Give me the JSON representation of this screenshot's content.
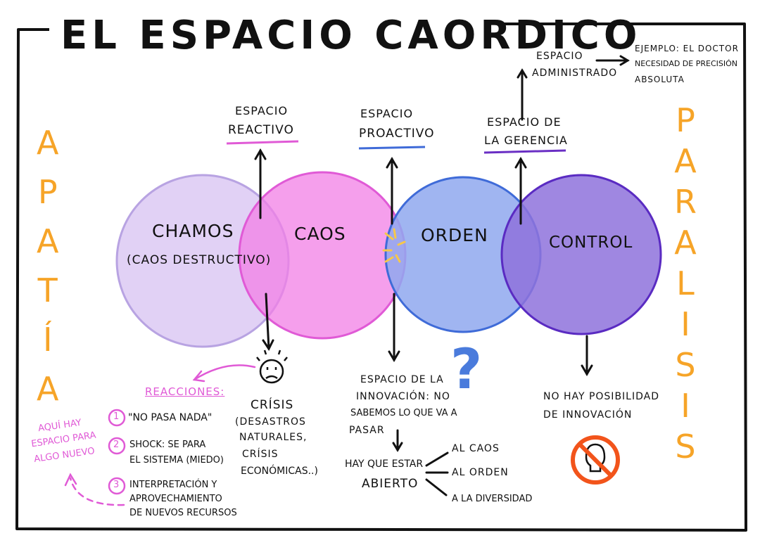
{
  "title": "El Espacio Caordico",
  "side_left": [
    "A",
    "P",
    "A",
    "T",
    "Í",
    "A"
  ],
  "side_right": [
    "P",
    "A",
    "R",
    "A",
    "L",
    "I",
    "S",
    "I",
    "S"
  ],
  "circles": {
    "chamos": "Chamos",
    "chamos_sub": "(Caos destructivo)",
    "caos": "Caos",
    "orden": "Orden",
    "control": "Control"
  },
  "spaces": {
    "reactivo_1": "Espacio",
    "reactivo_2": "Reactivo",
    "proactivo_1": "Espacio",
    "proactivo_2": "Proactivo",
    "gerencia_1": "Espacio de",
    "gerencia_2": "la Gerencia",
    "admin_1": "Espacio",
    "admin_2": "Administrado",
    "ejemplo_1": "Ejemplo: El doctor",
    "ejemplo_2": "necesidad de precisión",
    "ejemplo_3": "absoluta"
  },
  "crisis": {
    "title": "Crísis",
    "l1": "(desastros",
    "l2": "naturales,",
    "l3": "crísis",
    "l4": "económicas..)"
  },
  "reacciones": {
    "title": "Reacciones:",
    "r1": "\"No pasa nada\"",
    "r2_1": "Shock: se para",
    "r2_2": "el sistema (miedo)",
    "r3_1": "Interpretación y",
    "r3_2": "aprovechamiento",
    "r3_3": "de nuevos recursos",
    "n1": "1",
    "n2": "2",
    "n3": "3"
  },
  "nuevo": {
    "l1": "Aquí hay",
    "l2": "espacio para",
    "l3": "algo nuevo"
  },
  "innovacion": {
    "l1": "Espacio de la",
    "l2": "innovación: no",
    "l3": "sabemos lo que va a",
    "l4": "pasar",
    "abierto_1": "Hay que estar",
    "abierto_2": "abierto",
    "b1": "al caos",
    "b2": "al orden",
    "b3": "a la diversidad"
  },
  "no_innovacion": {
    "l1": "No hay posibilidad",
    "l2": "de innovación"
  },
  "colors": {
    "chamos": "#dcc9f3",
    "caos": "#f27fe5",
    "orden": "#8fa8ef",
    "control": "#9a7ee0",
    "accent_orange": "#f6a428",
    "pink": "#e05ad6",
    "blue": "#3f6bd8",
    "purple": "#6a2fc4"
  }
}
